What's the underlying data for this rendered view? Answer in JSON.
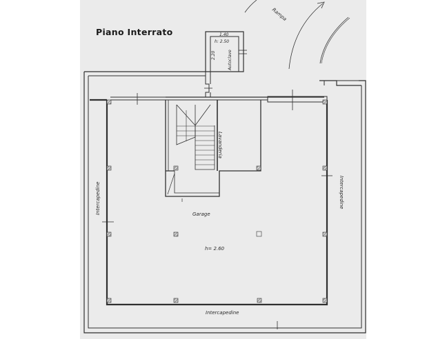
{
  "plan": {
    "title": "Piano Interrato",
    "rooms": {
      "garage": "Garage",
      "garage_height": "h= 2.60",
      "lavanderia": "Lavanderia",
      "autoclave": "Autoclave",
      "autoclave_width": "1.40",
      "autoclave_depth": "2.20",
      "autoclave_height": "h: 2.50"
    },
    "labels": {
      "rampa": "Rampa",
      "intercapedine_left": "Intercapedine",
      "intercapedine_right": "Intercapedine",
      "intercapedine_bottom": "Intercapedine"
    },
    "colors": {
      "paper": "#ebebeb",
      "background": "#ffffff",
      "ink": "#2b2b2b"
    }
  }
}
